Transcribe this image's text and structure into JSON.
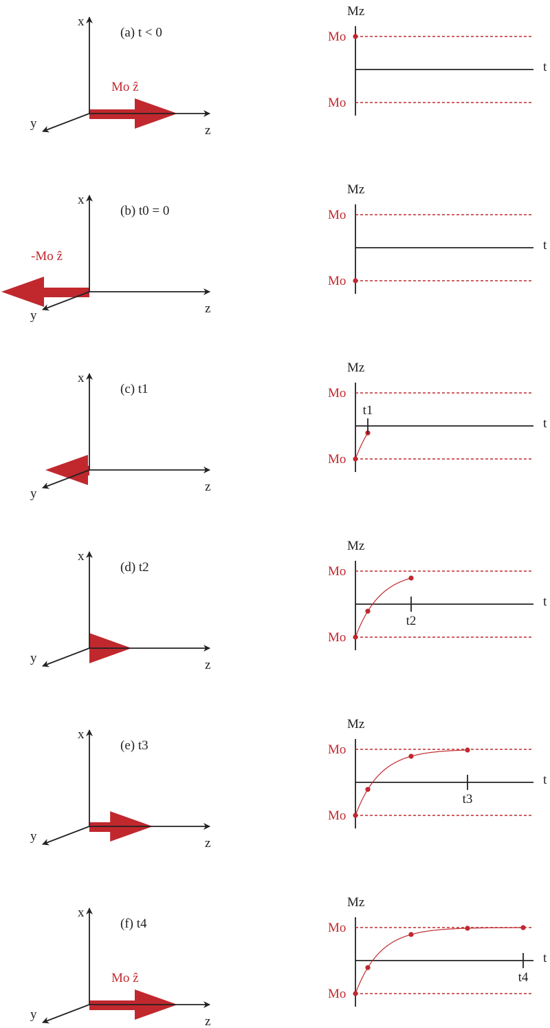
{
  "colors": {
    "accent": "#c0282e",
    "axis": "#222222"
  },
  "axis_labels": {
    "x": "x",
    "y": "y",
    "z": "z",
    "mz": "Mz",
    "t": "t",
    "m0": "Mo"
  },
  "relaxation_tau": 36,
  "panels": [
    {
      "title": "(a) t < 0",
      "mz": 1,
      "vector_label": "Mo ẑ",
      "time": null,
      "tick_label": "",
      "sample_times": []
    },
    {
      "title": "(b) t0 = 0",
      "mz": -1,
      "vector_label": "-Mo ẑ",
      "time": 0,
      "tick_label": "",
      "sample_times": [
        0
      ]
    },
    {
      "title": "(c) t1",
      "mz": -0.5,
      "vector_label": "",
      "time": 18,
      "tick_label": "t1",
      "sample_times": [
        0,
        18
      ]
    },
    {
      "title": "(d) t2",
      "mz": 0.48,
      "vector_label": "",
      "time": 81,
      "tick_label": "t2",
      "sample_times": [
        0,
        18,
        81
      ]
    },
    {
      "title": "(e) t3",
      "mz": 0.72,
      "vector_label": "",
      "time": 163,
      "tick_label": "t3",
      "sample_times": [
        0,
        18,
        81,
        163
      ]
    },
    {
      "title": "(f) t4",
      "mz": 1,
      "vector_label": "Mo ẑ",
      "time": 244,
      "tick_label": "t4",
      "sample_times": [
        0,
        18,
        81,
        163,
        244
      ]
    }
  ]
}
